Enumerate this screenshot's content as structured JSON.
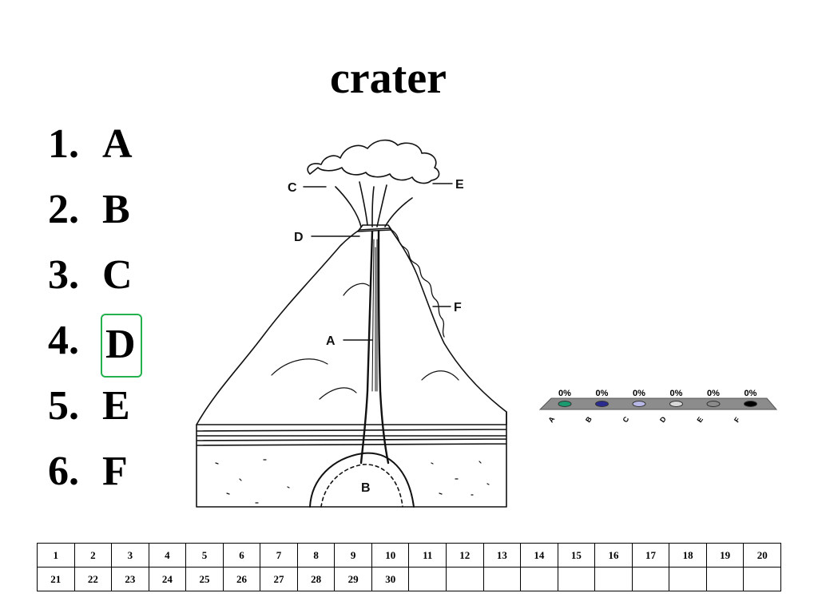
{
  "title": "crater",
  "answers": [
    {
      "number": "1.",
      "letter": "A"
    },
    {
      "number": "2.",
      "letter": "B"
    },
    {
      "number": "3.",
      "letter": "C"
    },
    {
      "number": "4.",
      "letter": "D",
      "highlighted": true
    },
    {
      "number": "5.",
      "letter": "E"
    },
    {
      "number": "6.",
      "letter": "F"
    }
  ],
  "highlight_color": "#22b14c",
  "diagram_labels": {
    "a": "A",
    "b": "B",
    "c": "C",
    "d": "D",
    "e": "E",
    "f": "F"
  },
  "poll": {
    "percents": [
      "0%",
      "0%",
      "0%",
      "0%",
      "0%",
      "0%"
    ],
    "labels": [
      "A",
      "B",
      "C",
      "D",
      "E",
      "F"
    ],
    "colors": [
      "#1a9a6e",
      "#2b2b8f",
      "#b8b8e6",
      "#d8d8d8",
      "#8a8a8a",
      "#000000"
    ]
  },
  "grid": {
    "row1": [
      "1",
      "2",
      "3",
      "4",
      "5",
      "6",
      "7",
      "8",
      "9",
      "10",
      "11",
      "12",
      "13",
      "14",
      "15",
      "16",
      "17",
      "18",
      "19",
      "20"
    ],
    "row2": [
      "21",
      "22",
      "23",
      "24",
      "25",
      "26",
      "27",
      "28",
      "29",
      "30",
      "",
      "",
      "",
      "",
      "",
      "",
      "",
      "",
      "",
      ""
    ]
  }
}
